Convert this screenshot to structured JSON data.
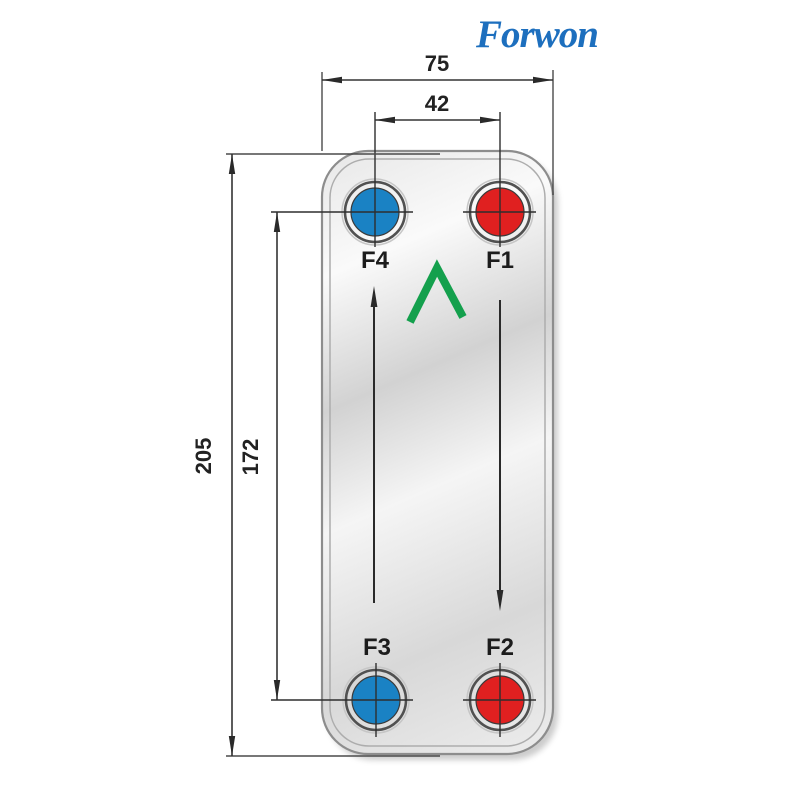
{
  "logo": {
    "text": "Forwon",
    "color": "#1d6fbe"
  },
  "drawing": {
    "dims": {
      "overall_width": {
        "value": "75"
      },
      "port_spacing_width": {
        "value": "42"
      },
      "overall_height": {
        "value": "205"
      },
      "port_spacing_height": {
        "value": "172"
      }
    },
    "ports": {
      "top_left": {
        "label": "F4",
        "color": "#1a82c4"
      },
      "top_right": {
        "label": "F1",
        "color": "#e02020"
      },
      "bottom_left": {
        "label": "F3",
        "color": "#1a82c4"
      },
      "bottom_right": {
        "label": "F2",
        "color": "#e02020"
      }
    },
    "colors": {
      "cold_port_blue": "#1a82c4",
      "hot_port_red": "#e02020",
      "flow_chevron_green": "#14a04d",
      "dimension_line": "#333333",
      "plate_metal_light": "#f9f9f9",
      "plate_metal_dark": "#d3d3d3"
    }
  }
}
